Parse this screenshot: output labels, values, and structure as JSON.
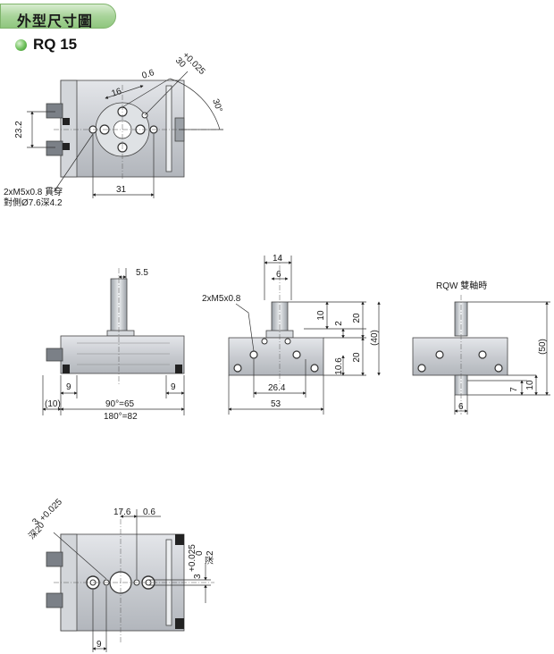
{
  "header": {
    "title": "外型尺寸圖"
  },
  "model": {
    "name": "RQ 15"
  },
  "top_view": {
    "dim_23_2": "23.2",
    "dim_16": "16",
    "dim_0_6": "0.6",
    "dim_3": "3",
    "tol_3_upper": "+0.025",
    "tol_3_lower": "0",
    "dim_30deg": "30°",
    "dim_31": "31",
    "note_line1": "2xM5x0.8 貫穿",
    "note_line2": "對側Ø7.6深4.2"
  },
  "front_view": {
    "dim_5_5": "5.5",
    "dim_9_left": "9",
    "dim_9_right": "9",
    "dim_10": "(10)",
    "dim_90": "90°=65",
    "dim_180": "180°=82"
  },
  "side_view": {
    "dim_14": "14",
    "dim_6": "6",
    "port_label": "2xM5x0.8",
    "dim_10": "10",
    "dim_2": "2",
    "dim_20_top": "20",
    "dim_40": "(40)",
    "dim_20_bottom": "20",
    "dim_10_6": "10.6",
    "dim_26_4": "26.4",
    "dim_53": "53"
  },
  "rqw_view": {
    "title": "RQW 雙軸時",
    "dim_50": "(50)",
    "dim_7": "7",
    "dim_10": "10",
    "dim_6": "6"
  },
  "bottom_view": {
    "dim_17_6": "17.6",
    "dim_0_6": "0.6",
    "dim_3_left": "3",
    "tol_left_upper": "+0.025",
    "tol_left_lower": "0",
    "depth_left": "深2",
    "dim_3_right": "3",
    "tol_right_upper": "+0.025",
    "tol_right_lower": "0",
    "depth_right": "深2",
    "dim_9": "9"
  }
}
